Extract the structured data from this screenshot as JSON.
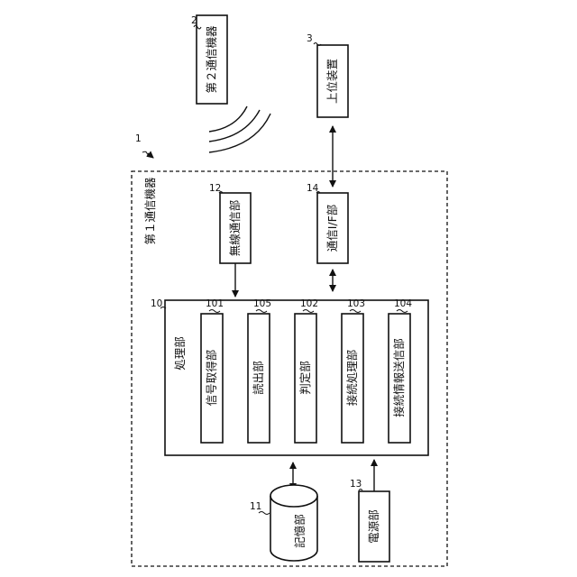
{
  "system": {
    "ref": "1",
    "label": "第１通信機器"
  },
  "second_device": {
    "ref": "2",
    "label": "第２通信機器"
  },
  "host_device": {
    "ref": "3",
    "label": "上位装置"
  },
  "wireless_unit": {
    "ref": "12",
    "label": "無線通信部"
  },
  "comm_if_unit": {
    "ref": "14",
    "label": "通信I/F部"
  },
  "processing_unit": {
    "ref": "10",
    "label": "処理部"
  },
  "sub_units": [
    {
      "ref": "101",
      "label": "信号取得部"
    },
    {
      "ref": "105",
      "label": "読出部"
    },
    {
      "ref": "102",
      "label": "判定部"
    },
    {
      "ref": "103",
      "label": "接続処理部"
    },
    {
      "ref": "104",
      "label": "接続情報送信部"
    }
  ],
  "storage_unit": {
    "ref": "11",
    "label": "記憶部"
  },
  "power_unit": {
    "ref": "13",
    "label": "電源部"
  }
}
